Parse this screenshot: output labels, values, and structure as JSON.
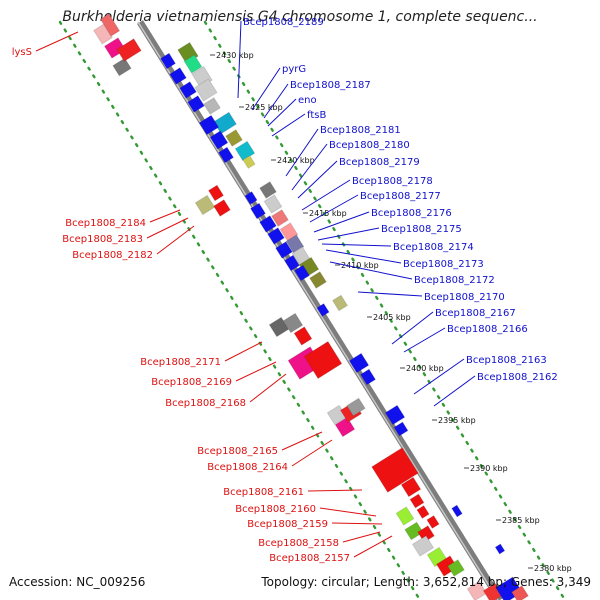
{
  "title": "Burkholderia vietnamiensis G4 chromosome 1, complete sequenc...",
  "footer": {
    "accession": "Accession: NC_009256",
    "topology": "Topology: circular; Length: 3,652,814 bp; Genes: 3,349"
  },
  "ticks": [
    "2430 kbp",
    "2425 kbp",
    "2420 kbp",
    "2415 kbp",
    "2410 kbp",
    "2405 kbp",
    "2400 kbp",
    "2395 kbp",
    "2390 kbp",
    "2385 kbp",
    "2380 kbp"
  ],
  "labels_right": [
    "Bcep1808_2189",
    "pyrG",
    "Bcep1808_2187",
    "eno",
    "ftsB",
    "Bcep1808_2181",
    "Bcep1808_2180",
    "Bcep1808_2179",
    "Bcep1808_2178",
    "Bcep1808_2177",
    "Bcep1808_2176",
    "Bcep1808_2175",
    "Bcep1808_2174",
    "Bcep1808_2173",
    "Bcep1808_2172",
    "Bcep1808_2170",
    "Bcep1808_2167",
    "Bcep1808_2166",
    "Bcep1808_2163",
    "Bcep1808_2162"
  ],
  "labels_left": [
    "lysS",
    "Bcep1808_2184",
    "Bcep1808_2183",
    "Bcep1808_2182",
    "Bcep1808_2171",
    "Bcep1808_2169",
    "Bcep1808_2168",
    "Bcep1808_2165",
    "Bcep1808_2164",
    "Bcep1808_2161",
    "Bcep1808_2160",
    "Bcep1808_2159",
    "Bcep1808_2158",
    "Bcep1808_2157"
  ],
  "colors": {
    "forward_label": "#1111cc",
    "reverse_label": "#dd1111",
    "backbone": "#888888",
    "ruler_dots": "#339933"
  }
}
